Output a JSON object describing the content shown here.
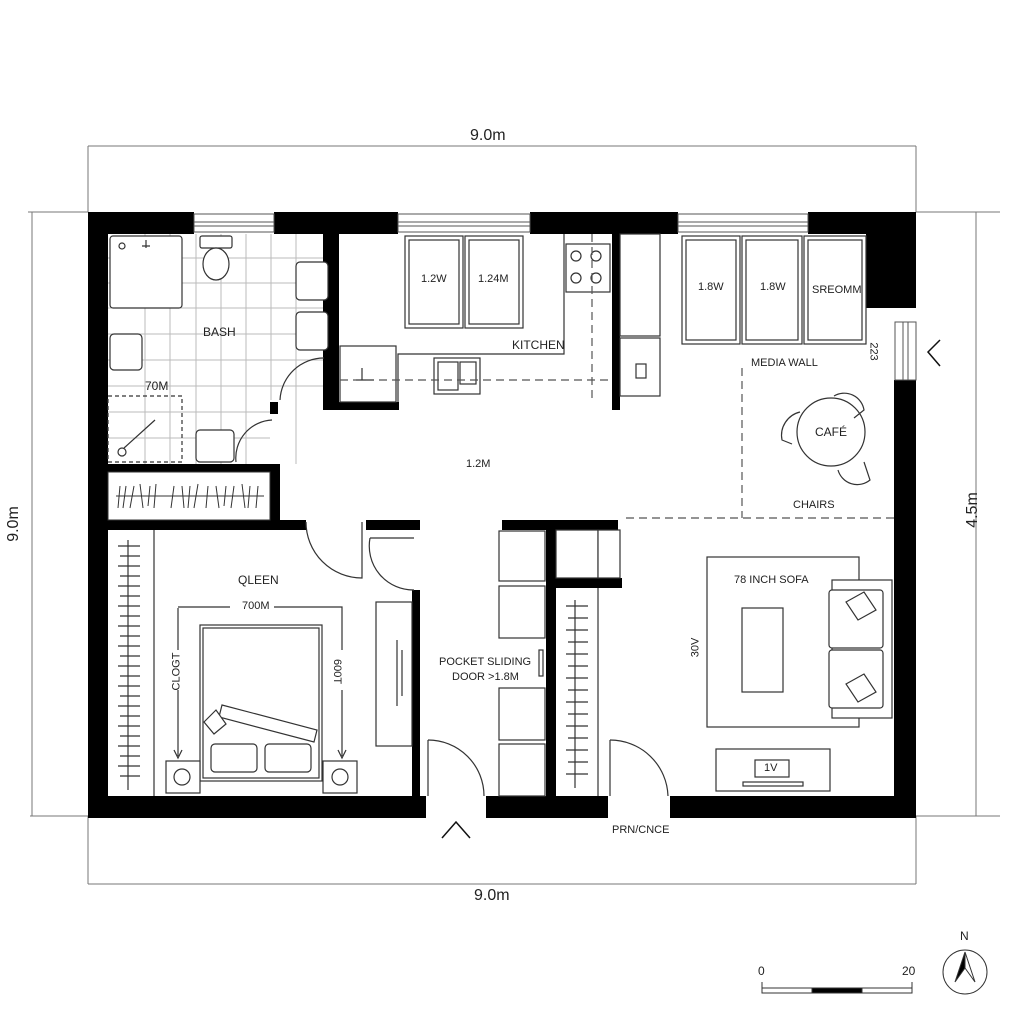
{
  "dimensions": {
    "top_width": "9.0m",
    "bottom_width": "9.0m",
    "left_height": "9.0m",
    "right_height": "4.5m"
  },
  "rooms": {
    "bath": {
      "label": "BASH",
      "shower_note": "70M"
    },
    "kitchen": {
      "label": "KITCHEN",
      "counter_1": "1.2W",
      "counter_2": "1.24M"
    },
    "living_top": {
      "panel_1": "1.8W",
      "panel_2": "1.8W",
      "panel_3": "SREOMM",
      "media_wall": "MEDIA WALL",
      "side_note": "223"
    },
    "dining": {
      "table": "CAFÉ",
      "chairs": "CHAIRS"
    },
    "hall": {
      "width_note": "1.2M",
      "pocket_door": "POCKET SLIDING",
      "pocket_door_2": "DOOR >1.8M"
    },
    "bedroom": {
      "bed": "QLEEN",
      "bed_width": "700M",
      "closet": "CLOGT",
      "bed_length": "600T"
    },
    "living": {
      "sofa": "78 INCH SOFA",
      "rug_dim": "30V",
      "tv": "1V"
    },
    "entrance": {
      "label": "PRN/CNCE"
    }
  },
  "scale_bar": {
    "start": "0",
    "end": "20"
  },
  "north_arrow": {
    "label": "N"
  },
  "colors": {
    "wall": "#000000",
    "line": "#333333",
    "tile": "#bbbbbb",
    "dim": "#666666"
  }
}
